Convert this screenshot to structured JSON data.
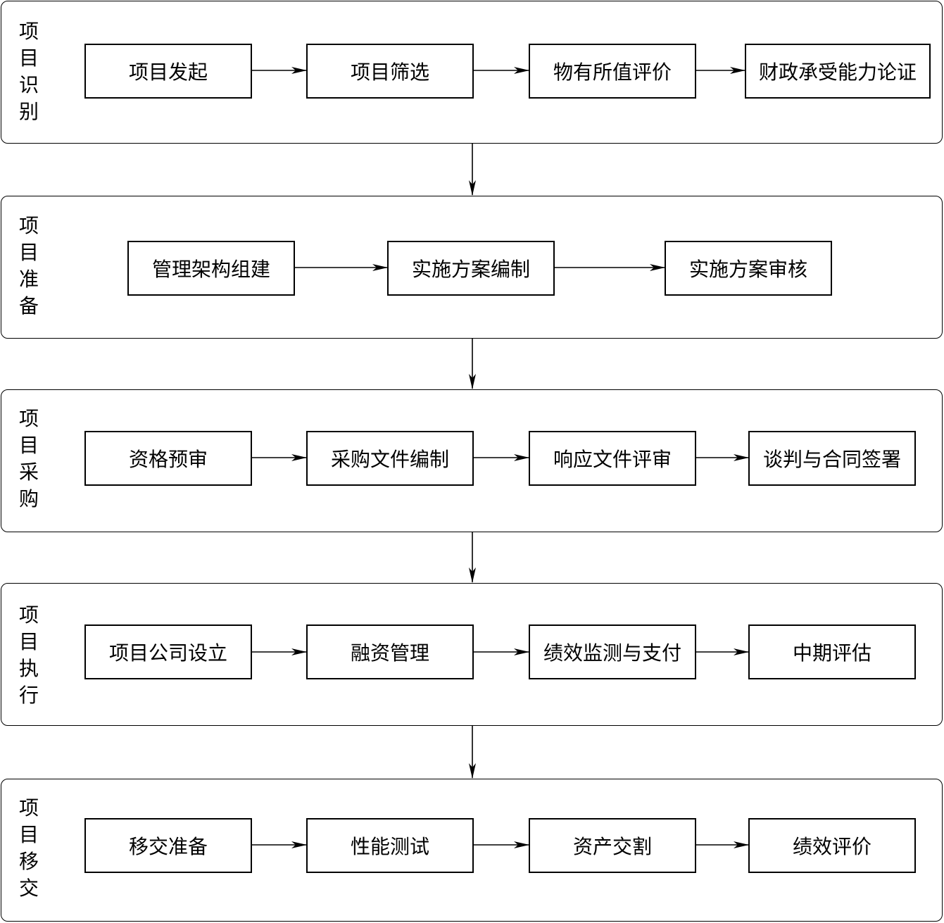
{
  "stages": [
    {
      "label": "项目识别",
      "steps": [
        "项目发起",
        "项目筛选",
        "物有所值评价",
        "财政承受能力论证"
      ]
    },
    {
      "label": "项目准备",
      "steps": [
        "管理架构组建",
        "实施方案编制",
        "实施方案审核"
      ]
    },
    {
      "label": "项目采购",
      "steps": [
        "资格预审",
        "采购文件编制",
        "响应文件评审",
        "谈判与合同签署"
      ]
    },
    {
      "label": "项目执行",
      "steps": [
        "项目公司设立",
        "融资管理",
        "绩效监测与支付",
        "中期评估"
      ]
    },
    {
      "label": "项目移交",
      "steps": [
        "移交准备",
        "性能测试",
        "资产交割",
        "绩效评价"
      ]
    }
  ]
}
